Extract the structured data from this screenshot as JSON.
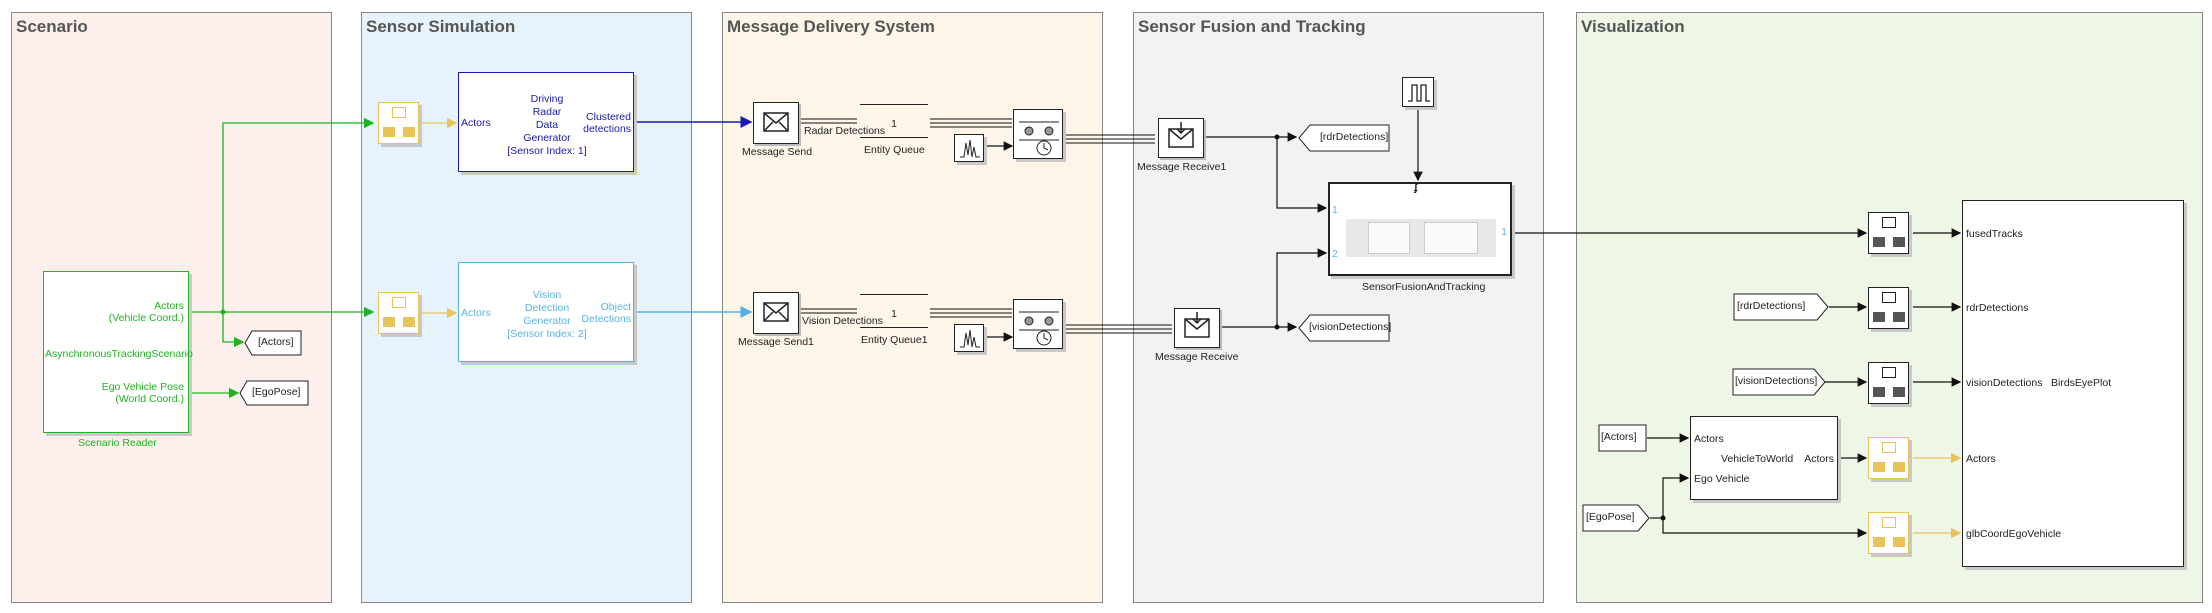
{
  "areas": [
    {
      "id": "scenario",
      "title": "Scenario",
      "bg": "#fdf0ec"
    },
    {
      "id": "sensor",
      "title": "Sensor Simulation",
      "bg": "#e6f3fc"
    },
    {
      "id": "message",
      "title": "Message Delivery System",
      "bg": "#fdf5e8"
    },
    {
      "id": "fusion",
      "title": "Sensor Fusion and Tracking",
      "bg": "#f2f2f2"
    },
    {
      "id": "vis",
      "title": "Visualization",
      "bg": "#eef6e6"
    }
  ],
  "scenario_reader": {
    "port_actors": "Actors\n(Vehicle Coord.)",
    "center": "AsynchronousTrackingScenario",
    "port_ego": "Ego Vehicle Pose\n(World Coord.)",
    "caption": "Scenario Reader"
  },
  "goto_tags": {
    "actors": "[Actors]",
    "egopose": "[EgoPose]",
    "rdr": "[rdrDetections]",
    "vision": "[visionDetections]"
  },
  "radar": {
    "in_port": "Actors",
    "title": "Driving\nRadar\nData\nGenerator\n[Sensor Index: 1]",
    "out_port": "Clustered\ndetections"
  },
  "vision": {
    "in_port": "Actors",
    "title": "Vision\nDetection\nGenerator\n[Sensor Index: 2]",
    "out_port": "Object\nDetections"
  },
  "message": {
    "send1_label": "Message Send",
    "send2_label": "Message Send1",
    "radar_signal": "Radar Detections",
    "vision_signal": "Vision Detections",
    "queue1_label": "Entity Queue",
    "queue2_label": "Entity Queue1",
    "queue_count": "1",
    "recv1_label": "Message Receive1",
    "recv2_label": "Message Receive"
  },
  "fusion": {
    "subsystem_label": "SensorFusionAndTracking",
    "in1": "1",
    "in2": "2",
    "out1": "1"
  },
  "vis": {
    "from_rdr": "[rdrDetections]",
    "from_vision": "[visionDetections]",
    "from_actors": "[Actors]",
    "from_ego": "[EgoPose]",
    "v2w_in1": "Actors",
    "v2w_in2": "Ego Vehicle",
    "v2w_center": "VehicleToWorld",
    "v2w_out": "Actors",
    "plot_ports": [
      "fusedTracks",
      "rdrDetections",
      "visionDetections",
      "Actors",
      "glbCoordEgoVehicle"
    ],
    "plot_name": "BirdsEyePlot"
  }
}
